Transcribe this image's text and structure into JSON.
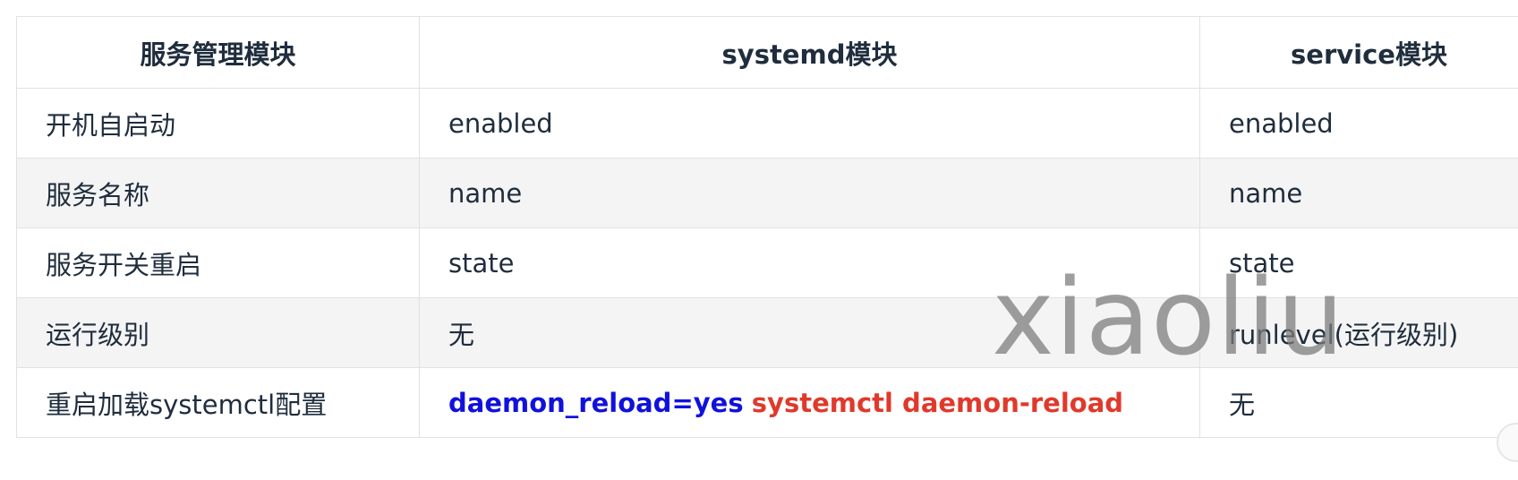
{
  "table": {
    "headers": [
      "服务管理模块",
      "systemd模块",
      "service模块"
    ],
    "rows": [
      {
        "feature": "开机自启动",
        "systemd": "enabled",
        "service": "enabled"
      },
      {
        "feature": "服务名称",
        "systemd": "name",
        "service": "name"
      },
      {
        "feature": "服务开关重启",
        "systemd": "state",
        "service": "state"
      },
      {
        "feature": "运行级别",
        "systemd": "无",
        "service": "runlevel(运行级别)"
      },
      {
        "feature": "重启加载systemctl配置",
        "systemd_blue": "daemon_reload=yes",
        "systemd_red": "systemctl daemon-reload",
        "service": "无"
      }
    ]
  },
  "watermark": "xiaoliu",
  "colors": {
    "highlight_blue": "#1111dd",
    "highlight_red": "#e0392b",
    "stripe": "#f4f4f4",
    "border": "#dfe2e5"
  }
}
